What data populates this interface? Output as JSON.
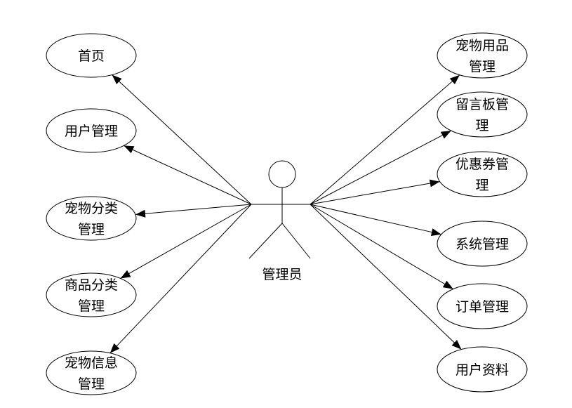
{
  "actor": {
    "label": "管理员"
  },
  "left_usecases": [
    {
      "id": "home",
      "lines": [
        "首页"
      ]
    },
    {
      "id": "user-management",
      "lines": [
        "用户管理"
      ]
    },
    {
      "id": "pet-category-management",
      "lines": [
        "宠物分类",
        "管理"
      ]
    },
    {
      "id": "product-category-management",
      "lines": [
        "商品分类",
        "管理"
      ]
    },
    {
      "id": "pet-info-management",
      "lines": [
        "宠物信息",
        "管理"
      ]
    }
  ],
  "right_usecases": [
    {
      "id": "pet-supplies-management",
      "lines": [
        "宠物用品",
        "管理"
      ]
    },
    {
      "id": "message-board-management",
      "lines": [
        "留言板管",
        "理"
      ]
    },
    {
      "id": "coupon-management",
      "lines": [
        "优惠券管",
        "理"
      ]
    },
    {
      "id": "system-management",
      "lines": [
        "系统管理"
      ]
    },
    {
      "id": "order-management",
      "lines": [
        "订单管理"
      ]
    },
    {
      "id": "user-profile",
      "lines": [
        "用户资料"
      ]
    }
  ]
}
